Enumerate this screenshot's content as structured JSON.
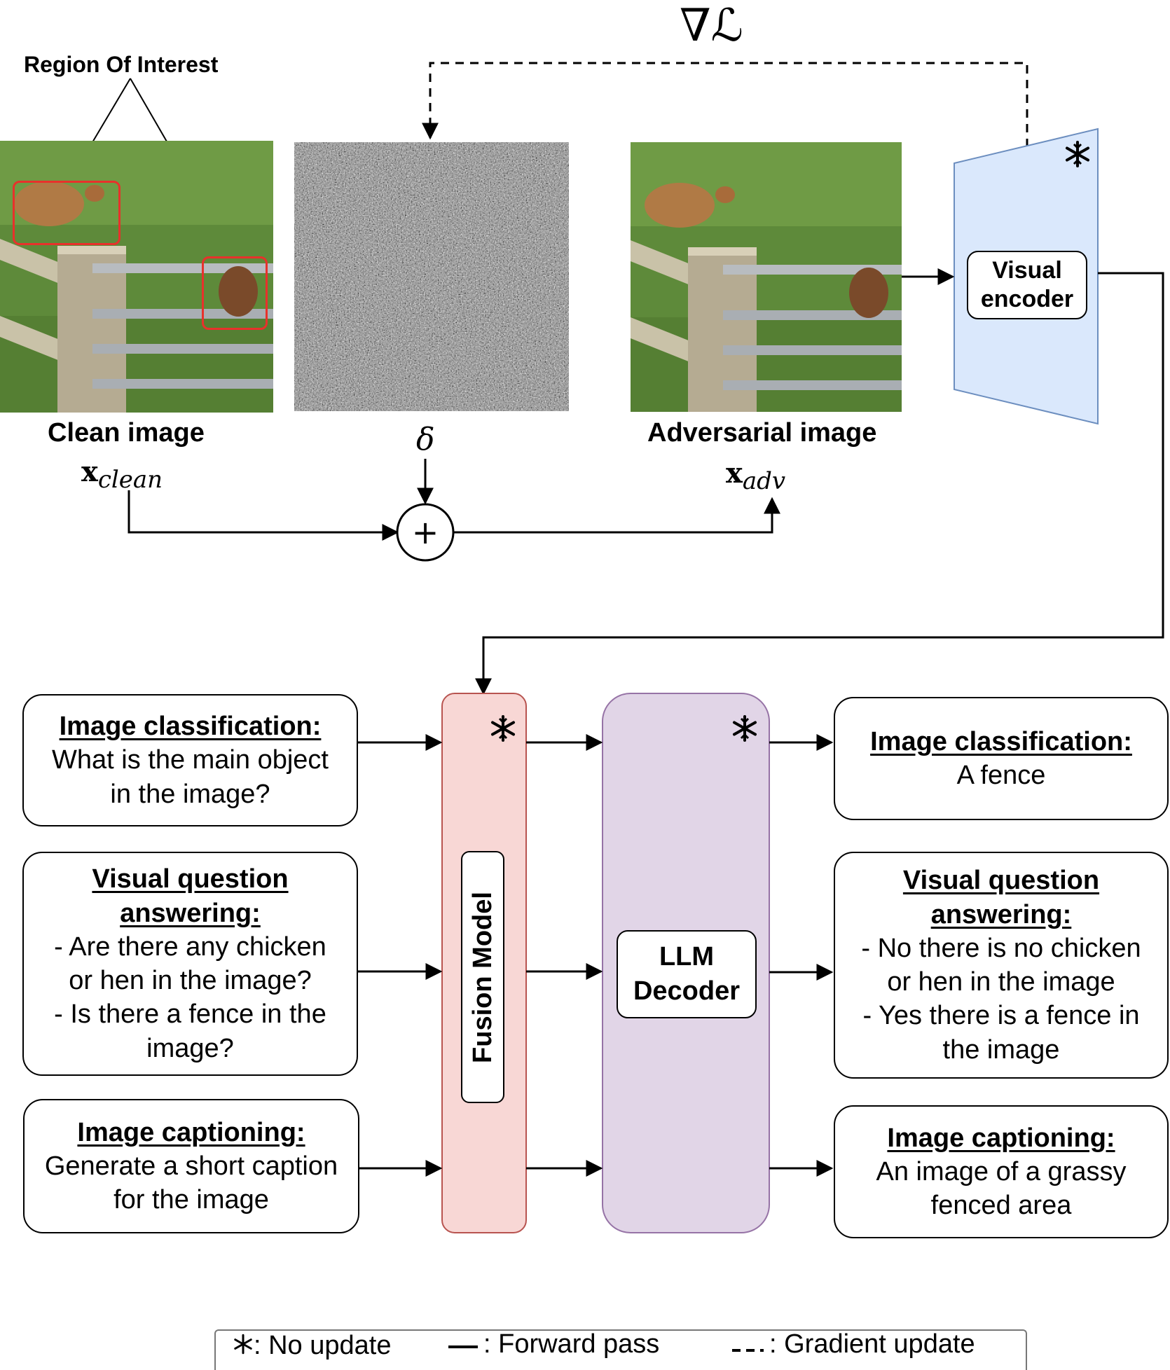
{
  "figure": {
    "roi_label": "Region Of Interest",
    "gradient_symbol": "∇ℒ",
    "clean_image": {
      "label": "Clean image",
      "symbol_main": "x",
      "symbol_sub": "clean"
    },
    "perturbation": {
      "symbol": "δ"
    },
    "sum_symbol": "+",
    "adversarial_image": {
      "label": "Adversarial image",
      "symbol_main": "x",
      "symbol_sub": "adv"
    },
    "visual_encoder": {
      "line1": "Visual",
      "line2": "encoder"
    },
    "fusion_model": {
      "label": "Fusion Model"
    },
    "llm_decoder": {
      "line1": "LLM",
      "line2": "Decoder"
    }
  },
  "inputs": [
    {
      "title": "Image classification:",
      "lines": [
        "What is the main object",
        "in the image?"
      ]
    },
    {
      "title_lines": [
        "Visual question",
        "answering:"
      ],
      "lines": [
        "- Are there any chicken",
        "or hen in the image?",
        "- Is there a fence in the",
        "image?"
      ]
    },
    {
      "title": "Image captioning:",
      "lines": [
        "Generate a short caption",
        "for the image"
      ]
    }
  ],
  "outputs": [
    {
      "title": "Image classification:",
      "lines": [
        "A fence"
      ]
    },
    {
      "title_lines": [
        "Visual question",
        "answering:"
      ],
      "lines": [
        "- No there is no chicken",
        "or hen in the image",
        "- Yes there is a fence in",
        "the image"
      ]
    },
    {
      "title": "Image captioning:",
      "lines": [
        "An image of a grassy",
        "fenced area"
      ]
    }
  ],
  "legend": {
    "no_update": ": No update",
    "forward_pass": ": Forward pass",
    "gradient_update": ": Gradient update"
  },
  "colors": {
    "encoder_fill": "#dae8fc",
    "encoder_stroke": "#6c8ebf",
    "fusion_fill": "#f8d7d5",
    "fusion_stroke": "#b85450",
    "llm_fill": "#e1d5e7",
    "llm_stroke": "#9673a6",
    "roi_box": "#e8312b"
  },
  "icons": [
    "snowflake-icon",
    "solid-line-icon",
    "dashed-line-icon"
  ]
}
